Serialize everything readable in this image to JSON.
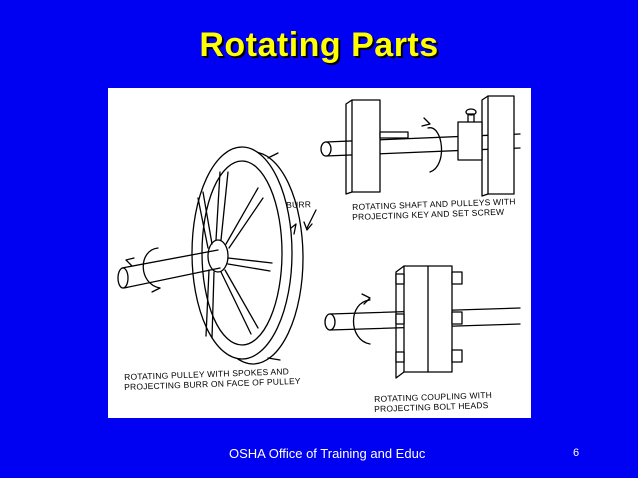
{
  "slide": {
    "title": "Rotating Parts",
    "footer": "OSHA Office of Training and Educ",
    "page_number": "6",
    "colors": {
      "background": "#0000f2",
      "title": "#ffff00",
      "footer": "#ffffff"
    }
  },
  "figure": {
    "label_burr": "BURR",
    "caption_shaft_line1": "ROTATING SHAFT AND PULLEYS WITH",
    "caption_shaft_line2": "PROJECTING KEY AND SET SCREW",
    "caption_pulley_line1": "ROTATING PULLEY WITH SPOKES AND",
    "caption_pulley_line2": "PROJECTING BURR ON FACE OF PULLEY",
    "caption_coupling_line1": "ROTATING COUPLING WITH",
    "caption_coupling_line2": "PROJECTING BOLT HEADS"
  }
}
